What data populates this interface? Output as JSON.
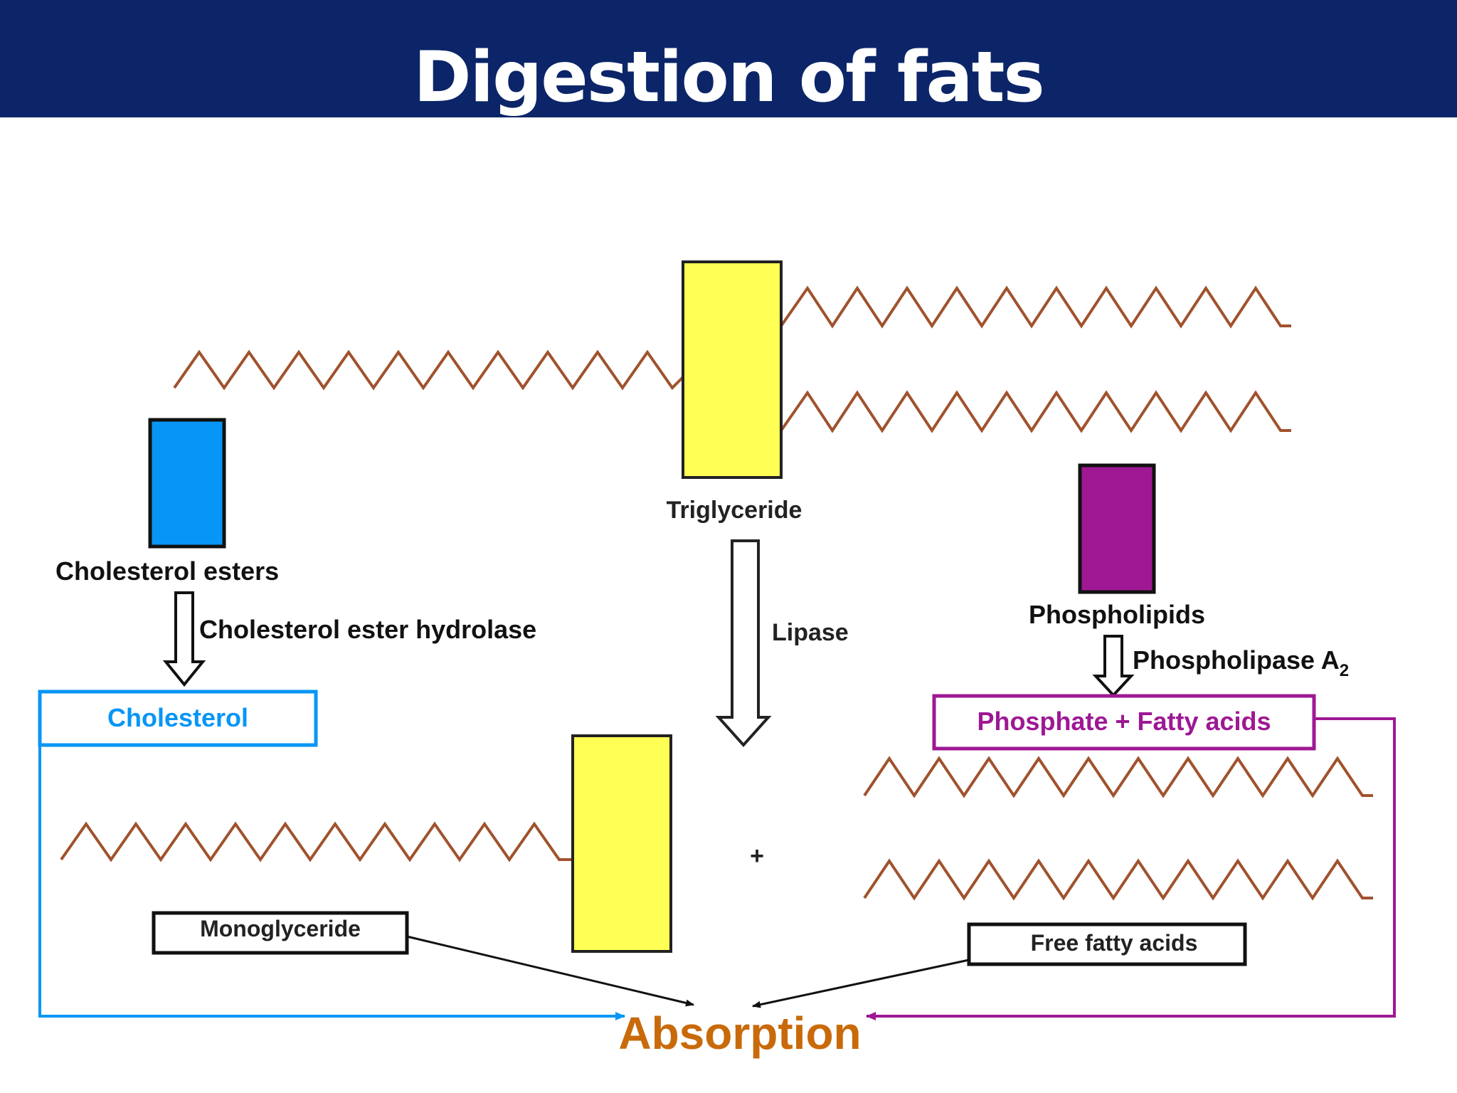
{
  "title": "Digestion of fats",
  "labels": {
    "triglyceride": "Triglyceride",
    "cholesterol_esters": "Cholesterol esters",
    "cholesterol_ester_hydrolase": "Cholesterol ester hydrolase",
    "cholesterol": "Cholesterol",
    "lipase": "Lipase",
    "phospholipids": "Phospholipids",
    "phospholipase": "Phospholipase A",
    "phospholipase_subscript": "2",
    "phosphate_fatty_acids": "Phosphate + Fatty acids",
    "plus": "+",
    "monoglyceride": "Monoglyceride",
    "free_fatty_acids": "Free fatty acids",
    "absorption": "Absorption"
  },
  "colors": {
    "title_bar": "#0b2568",
    "glycerol_yellow": "#ffff55",
    "cholesterol_blue": "#0796f5",
    "phospholipid_purple": "#9e1894",
    "fatty_acid_chain": "#a0522d",
    "absorption_orange": "#c96a0a"
  }
}
